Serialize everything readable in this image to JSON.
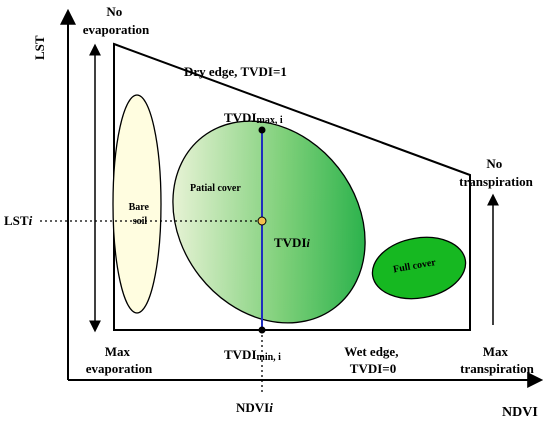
{
  "axes": {
    "y_label": "LST",
    "x_label": "NDVI"
  },
  "labels": {
    "no_evaporation_1": "No",
    "no_evaporation_2": "evaporation",
    "max_evaporation_1": "Max",
    "max_evaporation_2": "evaporation",
    "no_transpiration_1": "No",
    "no_transpiration_2": "transpiration",
    "max_transpiration_1": "Max",
    "max_transpiration_2": "transpiration",
    "dry_edge": "Dry edge, TVDI=1",
    "wet_edge_1": "Wet edge,",
    "wet_edge_2": "TVDI=0",
    "tvdi_max_main": "TVDI",
    "tvdi_max_sub": "max, i",
    "tvdi_min_main": "TVDI",
    "tvdi_min_sub": "min, i",
    "tvdi_i_main": "TVDI",
    "tvdi_i_sub": "i",
    "lst_i_main": "LST",
    "lst_i_sub": "i",
    "ndvi_i_main": "NDVI",
    "ndvi_i_sub": "i",
    "bare_soil_1": "Bare",
    "bare_soil_2": "soil",
    "partial_cover": "Patial cover",
    "full_cover": "Full cover"
  },
  "colors": {
    "bare_soil_fill": "#fffde0",
    "partial_cover_light": "#e4f2d0",
    "partial_cover_dark": "#22b24a",
    "full_cover_fill": "#16b821",
    "pixel_line": "#1f2ebf",
    "pixel_point": "#f2c14e"
  }
}
